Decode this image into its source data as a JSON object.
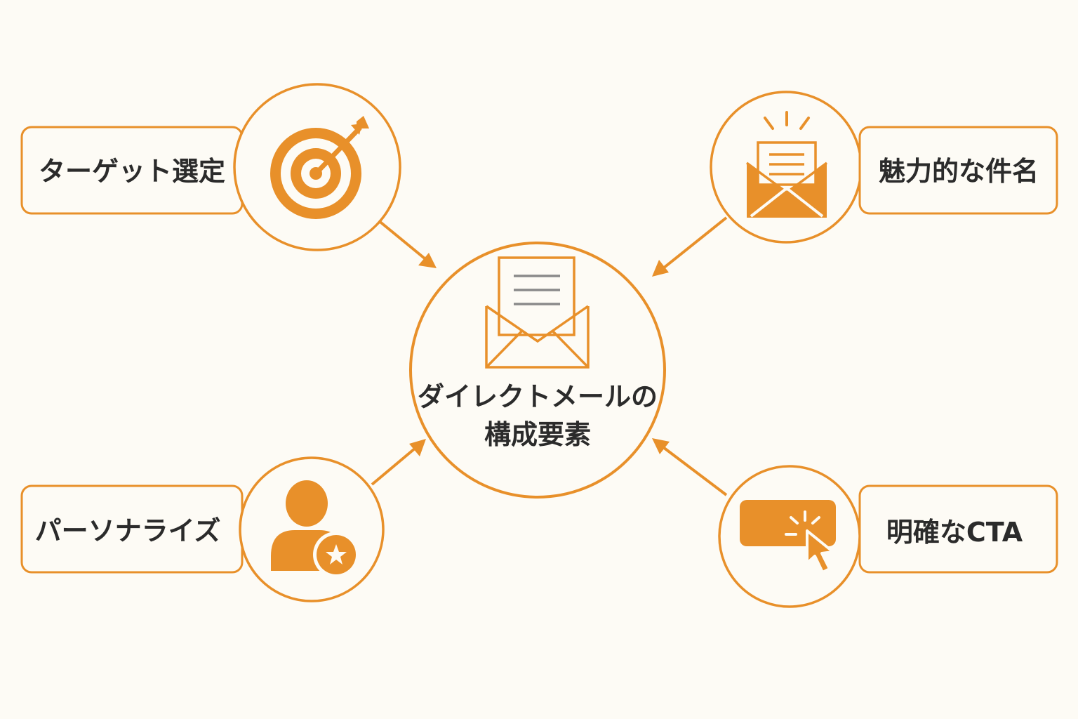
{
  "center": {
    "title_line1": "ダイレクトメールの",
    "title_line2": "構成要素"
  },
  "elements": [
    {
      "label": "ターゲット選定",
      "icon": "target-icon"
    },
    {
      "label": "魅力的な件名",
      "icon": "envelope-letter-icon"
    },
    {
      "label": "パーソナライズ",
      "icon": "user-star-icon"
    },
    {
      "label": "明確なCTA",
      "icon": "button-cursor-icon"
    }
  ],
  "colors": {
    "accent": "#e8902a",
    "background": "#fdfbf5",
    "text": "#2b2b2b",
    "letter_lines": "#8a8a8a"
  }
}
